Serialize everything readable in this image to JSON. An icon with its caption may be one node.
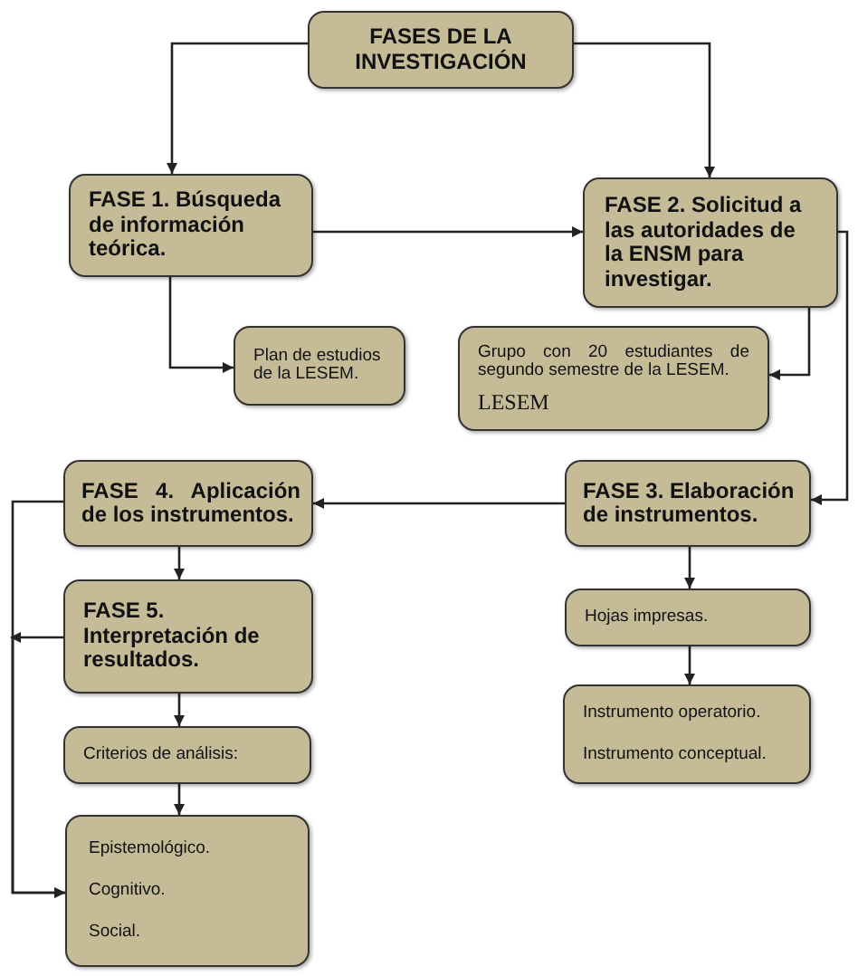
{
  "diagram": {
    "nodes": [
      {
        "text": [
          "FASES DE LA INVESTIGACIÓN"
        ]
      },
      {
        "text": [
          "FASE 1. Búsqueda de información teórica."
        ]
      },
      {
        "text": [
          "FASE 2. Solicitud a las autoridades de la ENSM para investigar."
        ]
      },
      {
        "text": [
          "Plan de estudios de la LESEM."
        ]
      },
      {
        "text": [
          "Grupo con 20 estudiantes de segundo semestre de la LESEM.",
          "LESEM"
        ]
      },
      {
        "text": [
          "FASE 3. Elaboración de instrumentos."
        ]
      },
      {
        "text": [
          "FASE 4. Aplicación de los instrumentos."
        ]
      },
      {
        "text": [
          "FASE 5. Interpretación de resultados."
        ]
      },
      {
        "text": [
          "Hojas impresas."
        ]
      },
      {
        "text": [
          "Instrumento operatorio.",
          "Instrumento conceptual."
        ]
      },
      {
        "text": [
          "Criterios de análisis:"
        ]
      },
      {
        "text": [
          "Epistemológico.",
          "Cognitivo.",
          "Social."
        ]
      }
    ],
    "edges": [
      {
        "from": 0,
        "to": 1,
        "arrow": "to"
      },
      {
        "from": 0,
        "to": 2,
        "arrow": "to"
      },
      {
        "from": 1,
        "to": 2,
        "arrow": "to"
      },
      {
        "from": 1,
        "to": 3,
        "arrow": "to"
      },
      {
        "from": 2,
        "to": 4,
        "arrow": "to"
      },
      {
        "from": 2,
        "to": 5,
        "arrow": "to"
      },
      {
        "from": 5,
        "to": 6,
        "arrow": "to"
      },
      {
        "from": 5,
        "to": 8,
        "arrow": "to"
      },
      {
        "from": 8,
        "to": 9,
        "arrow": "to"
      },
      {
        "from": 6,
        "to": 7,
        "arrow": "to"
      },
      {
        "from": 6,
        "to": 11,
        "arrow": "to"
      },
      {
        "from": 7,
        "to": 10,
        "arrow": "to"
      },
      {
        "from": 7,
        "to": 11,
        "arrow": "to"
      },
      {
        "from": 10,
        "to": 11,
        "arrow": "to"
      }
    ]
  }
}
